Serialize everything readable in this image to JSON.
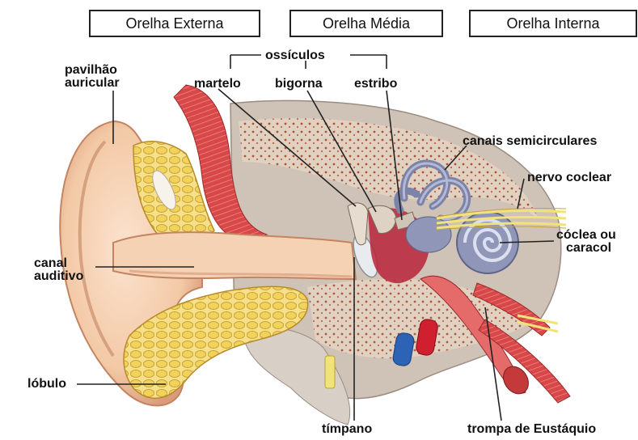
{
  "headers": {
    "outer": "Orelha Externa",
    "middle": "Orelha Média",
    "inner": "Orelha Interna"
  },
  "labels": {
    "ossiculos": "ossículos",
    "pavilhao_line1": "pavilhão",
    "pavilhao_line2": "auricular",
    "martelo": "martelo",
    "bigorna": "bigorna",
    "estribo": "estribo",
    "canais": "canais semicirculares",
    "nervo": "nervo coclear",
    "coclea_line1": "cóclea ou",
    "coclea_line2": "caracol",
    "canal_line1": "canal",
    "canal_line2": "auditivo",
    "lobulo": "lóbulo",
    "timpano": "tímpano",
    "trompa": "trompa de Eustáquio"
  },
  "colors": {
    "skin": "#f3c9a6",
    "skin_dark": "#d99b7a",
    "fat": "#f1d35a",
    "bone": "#d9c7b4",
    "muscle": "#c43a3a",
    "cochlea": "#8f96b8",
    "nerve": "#f2e27a",
    "artery": "#d0202f",
    "vein": "#2c63b5"
  }
}
